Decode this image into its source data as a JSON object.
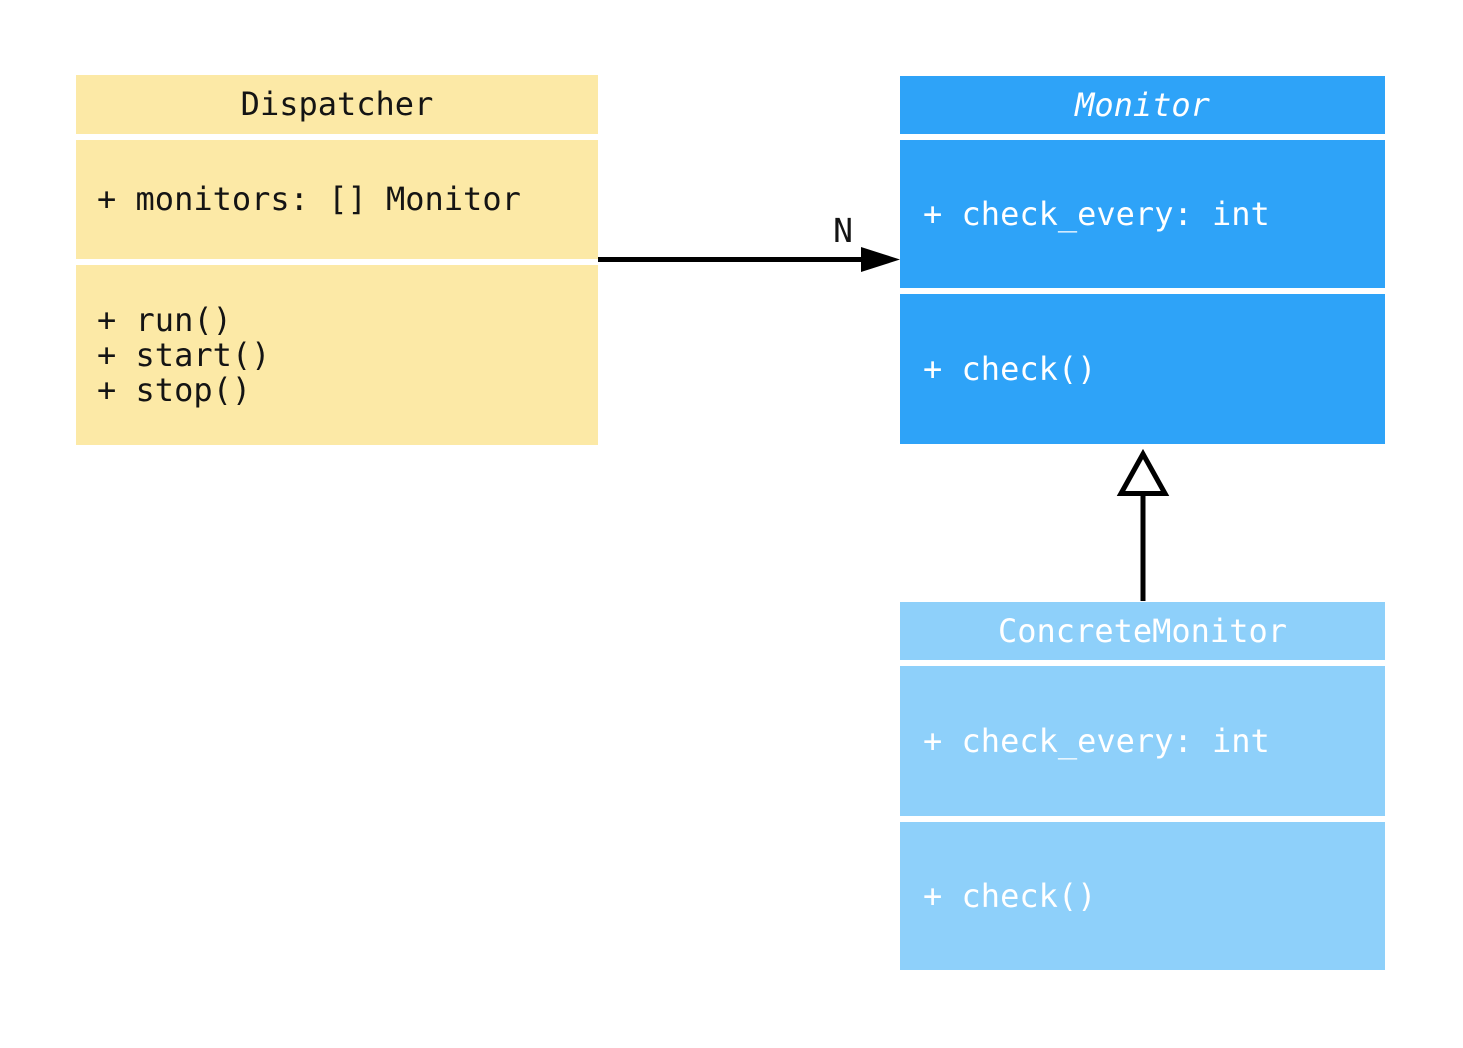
{
  "diagram": {
    "type": "uml-class-diagram",
    "background_color": "#ffffff",
    "classes": {
      "dispatcher": {
        "name": "Dispatcher",
        "attributes": [
          "+ monitors: [] Monitor"
        ],
        "methods": [
          "+ run()",
          "+ start()",
          "+ stop()"
        ],
        "fill_color": "#fce9a6",
        "text_color": "#141414",
        "abstract": false
      },
      "monitor": {
        "name": "Monitor",
        "attributes": [
          "+ check_every: int"
        ],
        "methods": [
          "+ check()"
        ],
        "fill_color": "#2ea3f8",
        "text_color": "#ffffff",
        "abstract": true
      },
      "concrete_monitor": {
        "name": "ConcreteMonitor",
        "attributes": [
          "+ check_every: int"
        ],
        "methods": [
          "+ check()"
        ],
        "fill_color": "#8ed0fa",
        "text_color": "#ffffff",
        "abstract": false
      }
    },
    "relations": {
      "association": {
        "type": "association",
        "from": "Dispatcher",
        "to": "Monitor",
        "label": "N",
        "line_color": "#000000"
      },
      "inheritance": {
        "type": "inheritance",
        "from": "ConcreteMonitor",
        "to": "Monitor",
        "line_color": "#000000"
      }
    }
  }
}
